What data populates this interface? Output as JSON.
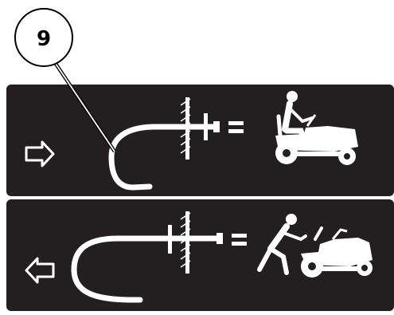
{
  "callout": {
    "label": "9"
  },
  "colors": {
    "panel": "#231f20",
    "foreground": "#ffffff",
    "ink": "#000000"
  },
  "panels": [
    {
      "direction_icon": "arrow-right-icon",
      "cable_position": "pushed-in",
      "result_icon": "operator-seated-on-mower-icon"
    },
    {
      "direction_icon": "arrow-left-icon",
      "cable_position": "pulled-out",
      "result_icon": "operator-pushing-mower-icon"
    }
  ],
  "symbols": {
    "equals": "="
  }
}
